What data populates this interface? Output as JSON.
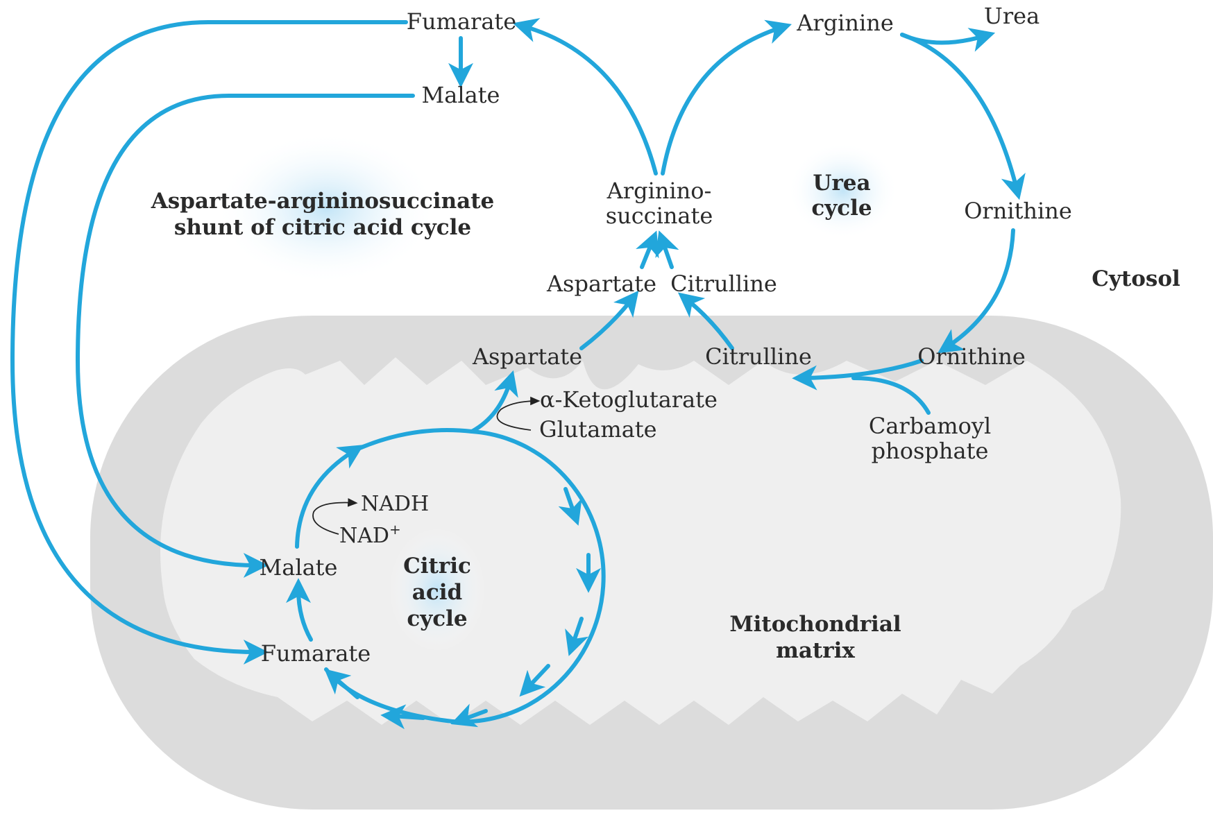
{
  "cytosol": {
    "fumarate": "Fumarate",
    "malate": "Malate",
    "arginine": "Arginine",
    "urea": "Urea",
    "ornithine": "Ornithine",
    "argininosuccinate_line1": "Arginino-",
    "argininosuccinate_line2": "succinate",
    "aspartate": "Aspartate",
    "citrulline": "Citrulline",
    "compartment_label": "Cytosol"
  },
  "cycle_labels": {
    "shunt_line1": "Aspartate-argininosuccinate",
    "shunt_line2": "shunt of citric acid cycle",
    "urea_line1": "Urea",
    "urea_line2": "cycle",
    "citric_line1": "Citric",
    "citric_line2": "acid",
    "citric_line3": "cycle"
  },
  "matrix": {
    "aspartate": "Aspartate",
    "citrulline": "Citrulline",
    "ornithine": "Ornithine",
    "ketoglutarate": "α-Ketoglutarate",
    "glutamate": "Glutamate",
    "carbamoyl_line1": "Carbamoyl",
    "carbamoyl_line2": "phosphate",
    "nadh": "NADH",
    "nad": "NAD",
    "nad_sup": "+",
    "malate": "Malate",
    "fumarate": "Fumarate",
    "compartment_line1": "Mitochondrial",
    "compartment_line2": "matrix"
  },
  "colors": {
    "arrow": "#22a6db",
    "mitochondrion_outer": "#dcdcdc",
    "mitochondrion_inner": "#efefef"
  }
}
